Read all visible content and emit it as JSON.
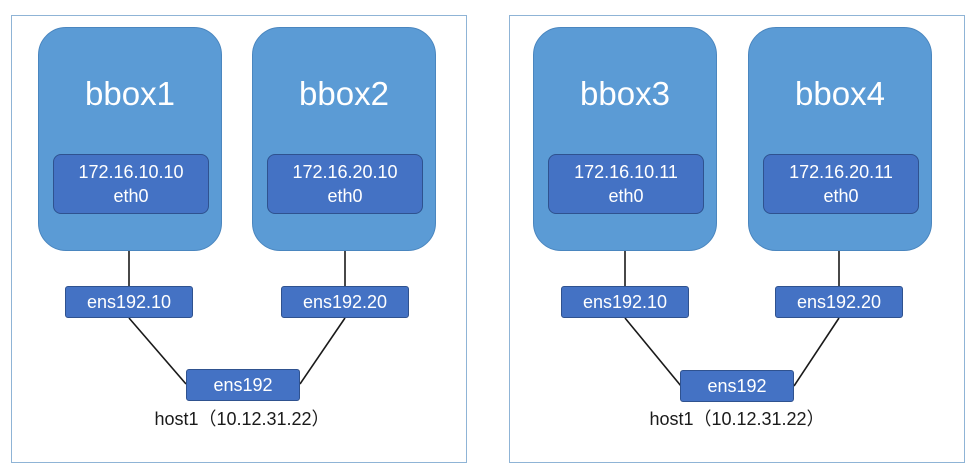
{
  "hosts": [
    {
      "label": "host1（10.12.31.22）",
      "parent_interface": "ens192",
      "containers": [
        {
          "name": "bbox1",
          "ip": "172.16.10.10",
          "iface": "eth0",
          "vlan_interface": "ens192.10"
        },
        {
          "name": "bbox2",
          "ip": "172.16.20.10",
          "iface": "eth0",
          "vlan_interface": "ens192.20"
        }
      ]
    },
    {
      "label": "host1（10.12.31.22）",
      "parent_interface": "ens192",
      "containers": [
        {
          "name": "bbox3",
          "ip": "172.16.10.11",
          "iface": "eth0",
          "vlan_interface": "ens192.10"
        },
        {
          "name": "bbox4",
          "ip": "172.16.20.11",
          "iface": "eth0",
          "vlan_interface": "ens192.20"
        }
      ]
    }
  ],
  "colors": {
    "container_fill": "#5b9bd5",
    "interface_fill": "#4472c4",
    "interface_border": "#2f528f",
    "frame_border": "#8fb4d6",
    "wire": "#1a1a1a"
  }
}
